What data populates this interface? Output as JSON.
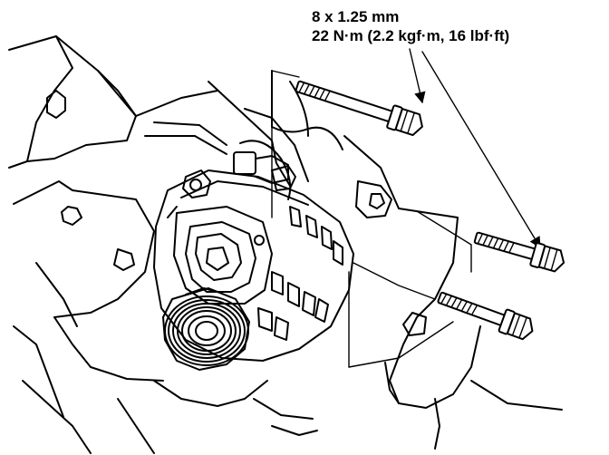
{
  "callout": {
    "spec_line1": "8 x 1.25 mm",
    "spec_line2": "22 N·m (2.2 kgf·m, 16 lbf·ft)"
  },
  "icons": [
    "bolt-icon",
    "alternator-illustration",
    "leader-arrow-icon"
  ]
}
